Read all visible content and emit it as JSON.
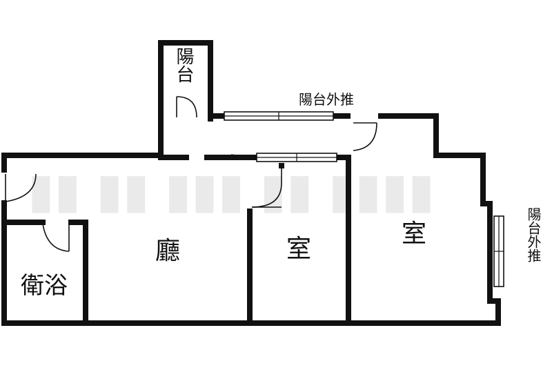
{
  "rooms": {
    "balcony_top": "陽台",
    "bath": "衛浴",
    "living": "廳",
    "room_middle": "室",
    "room_right": "室"
  },
  "notes": {
    "balcony_push_top": "陽台外推",
    "balcony_push_right": "陽台外推"
  },
  "colors": {
    "wall": "#111111",
    "background": "#ffffff"
  }
}
